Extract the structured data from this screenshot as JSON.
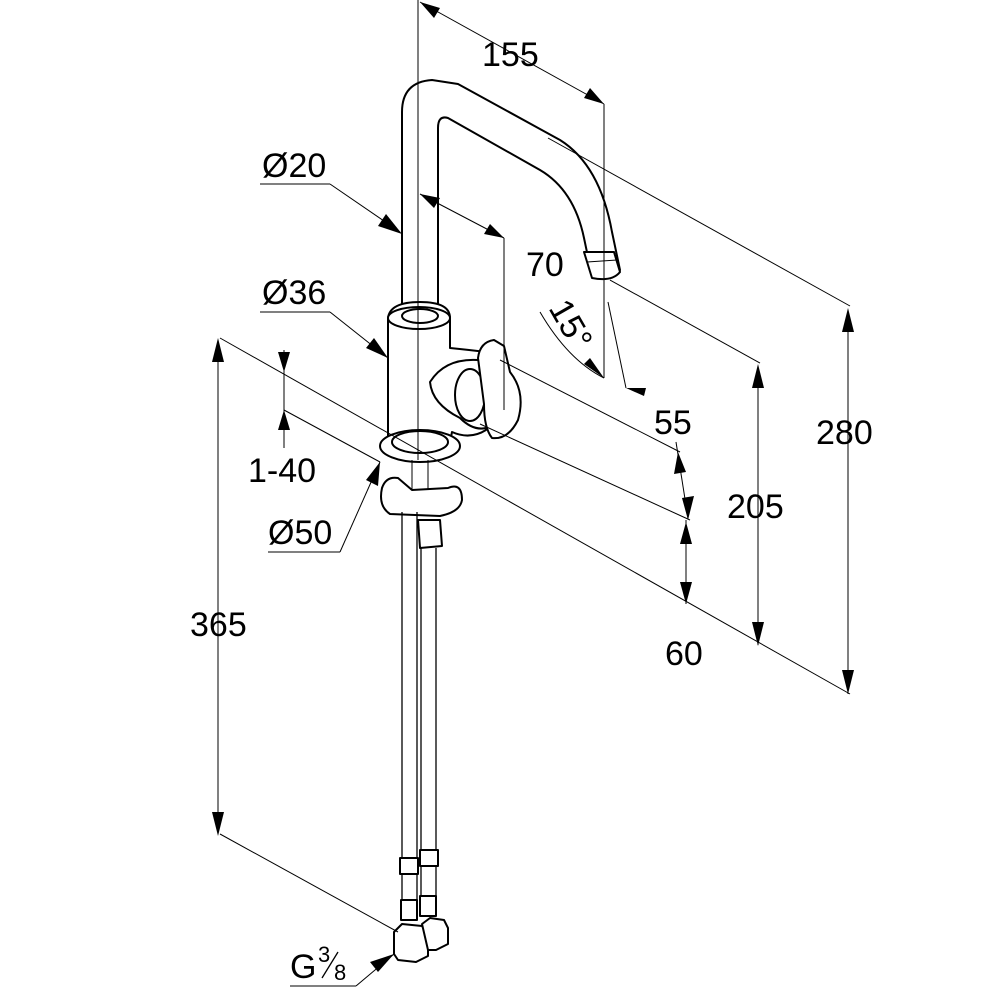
{
  "drawing": {
    "title": "Kitchen faucet dimension drawing",
    "line_color": "#000000",
    "background": "#ffffff"
  },
  "dimensions": {
    "spout_reach": "155",
    "spout_diameter": "Ø20",
    "lever_offset": "70",
    "body_diameter": "Ø36",
    "swivel_angle": "15°",
    "spout_height_offset": "55",
    "total_height": "280",
    "outlet_height": "205",
    "lever_height": "60",
    "countertop_thickness": "1-40",
    "base_diameter": "Ø50",
    "hose_length": "365",
    "connection_thread_prefix": "G",
    "connection_thread_num": "3",
    "connection_thread_den": "8"
  }
}
